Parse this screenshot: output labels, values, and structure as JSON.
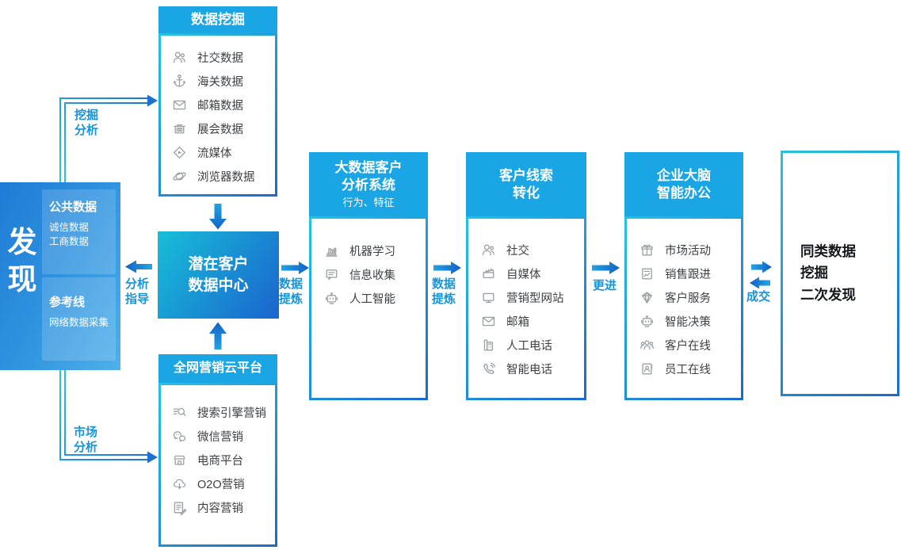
{
  "left_box": {
    "chars": [
      "发",
      "现"
    ],
    "groups": [
      {
        "title": "公共数据",
        "lines": [
          "诚信数据",
          "工商数据"
        ]
      },
      {
        "title": "参考线",
        "lines": [
          "网络数据采集"
        ]
      }
    ]
  },
  "panels": {
    "mining": {
      "title": "数据挖掘",
      "items": [
        {
          "icon": "person",
          "label": "社交数据"
        },
        {
          "icon": "anchor",
          "label": "海关数据"
        },
        {
          "icon": "mail",
          "label": "邮箱数据"
        },
        {
          "icon": "expo",
          "label": "展会数据"
        },
        {
          "icon": "stream",
          "label": "流媒体"
        },
        {
          "icon": "planet",
          "label": "浏览器数据"
        }
      ]
    },
    "cloud": {
      "title": "全网营销云平台",
      "items": [
        {
          "icon": "seo",
          "label": "搜索引擎营销"
        },
        {
          "icon": "wechat",
          "label": "微信营销"
        },
        {
          "icon": "store",
          "label": "电商平台"
        },
        {
          "icon": "o2o",
          "label": "O2O营销"
        },
        {
          "icon": "content",
          "label": "内容营销"
        }
      ]
    },
    "analysis": {
      "title_lines": [
        "大数据客户",
        "分析系统"
      ],
      "subtitle": "行为、特征",
      "items": [
        {
          "icon": "machine",
          "label": "机器学习"
        },
        {
          "icon": "collect",
          "label": "信息收集"
        },
        {
          "icon": "robot",
          "label": "人工智能"
        }
      ]
    },
    "leads": {
      "title_lines": [
        "客户线索",
        "转化"
      ],
      "items": [
        {
          "icon": "person",
          "label": "社交"
        },
        {
          "icon": "clapper",
          "label": "自媒体"
        },
        {
          "icon": "monitor",
          "label": "营销型网站"
        },
        {
          "icon": "mail",
          "label": "邮箱"
        },
        {
          "icon": "deskphone",
          "label": "人工电话"
        },
        {
          "icon": "handset",
          "label": "智能电话"
        }
      ]
    },
    "brain": {
      "title_lines": [
        "企业大脑",
        "智能办公"
      ],
      "items": [
        {
          "icon": "gift",
          "label": "市场活动"
        },
        {
          "icon": "salesdoc",
          "label": "销售跟进"
        },
        {
          "icon": "diamond",
          "label": "客户服务"
        },
        {
          "icon": "robot",
          "label": "智能决策"
        },
        {
          "icon": "people3",
          "label": "客户在线"
        },
        {
          "icon": "badge",
          "label": "员工在线"
        }
      ]
    }
  },
  "center_box": {
    "lines": [
      "潜在客户",
      "数据中心"
    ]
  },
  "result_box": {
    "lines": [
      "同类数据",
      "挖掘",
      "二次发现"
    ]
  },
  "flow_labels": {
    "mining": [
      "挖掘",
      "分析"
    ],
    "guide": [
      "分析",
      "指导"
    ],
    "market": [
      "市场",
      "分析"
    ],
    "refine1": [
      "数据",
      "提炼"
    ],
    "refine2": [
      "数据",
      "提炼"
    ],
    "advance": "更进",
    "deal": "成交"
  },
  "colors": {
    "header_blue": "#1AA5E5",
    "accent_cyan": "#27C3DF",
    "accent_blue": "#1B6ACD",
    "label_blue": "#1794DA",
    "text_dark": "#3E4043"
  }
}
